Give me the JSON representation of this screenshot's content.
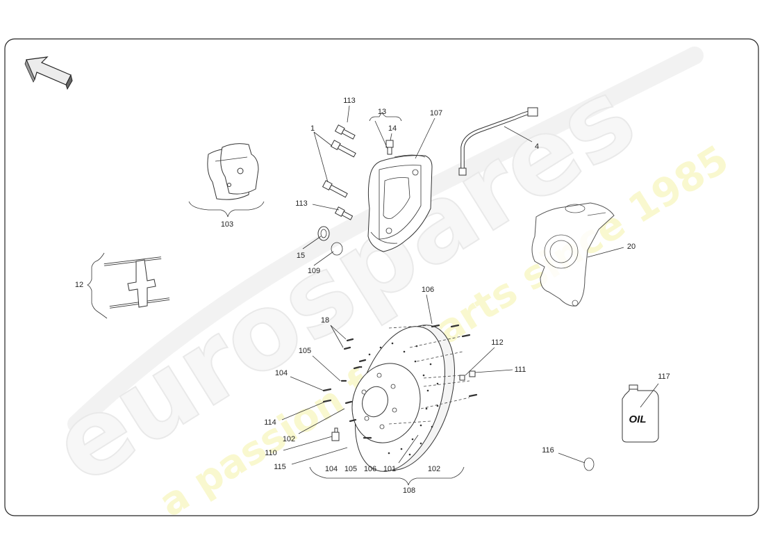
{
  "watermark": {
    "brand": "eurospares",
    "tagline": "a passion for parts since 1985"
  },
  "oil_label": "OIL",
  "labels": {
    "l1": "1",
    "l4": "4",
    "l12": "12",
    "l13": "13",
    "l14": "14",
    "l15": "15",
    "l18": "18",
    "l20": "20",
    "l101": "101",
    "l102a": "102",
    "l102b": "102",
    "l103": "103",
    "l104a": "104",
    "l104b": "104",
    "l105a": "105",
    "l105b": "105",
    "l106a": "106",
    "l106b": "106",
    "l107": "107",
    "l108": "108",
    "l109": "109",
    "l110": "110",
    "l111": "111",
    "l112": "112",
    "l113a": "113",
    "l113b": "113",
    "l114": "114",
    "l115": "115",
    "l116": "116",
    "l117": "117"
  }
}
